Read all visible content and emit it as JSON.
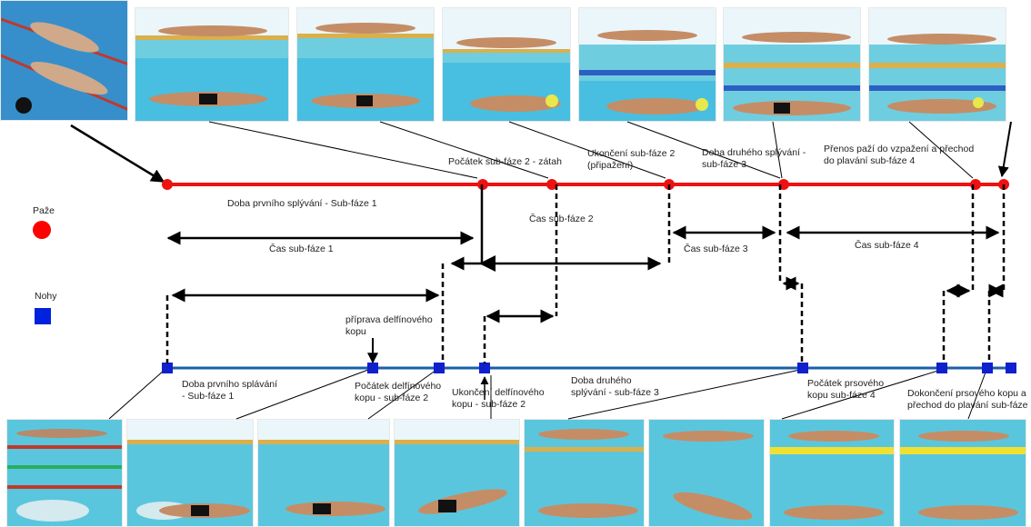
{
  "legend": {
    "arms_label": "Paže",
    "legs_label": "Nohy",
    "arms_color": "#ff0000",
    "legs_color": "#0022dd"
  },
  "arms_timeline": {
    "color": "#ee1111",
    "labels": {
      "first_glide": "Doba prvního splývání - Sub-fáze 1",
      "subphase2_start": "Počátek sub-fáze 2 - zátah",
      "subphase2_end": "Ukončení sub-fáze 2\n(připažení)",
      "second_glide": "Doba druhého splývání -\nsub-fáze 3",
      "arm_recovery": "Přenos paží do vzpažení a přechod\ndo plavání sub-fáze 4"
    }
  },
  "legs_timeline": {
    "color": "#1a5fa8",
    "labels": {
      "first_glide": "Doba prvního splávání\n- Sub-fáze 1",
      "dolphin_prep": "příprava delfínového\nkopu",
      "dolphin_start": "Počátek delfínového\nkopu - sub-fáze 2",
      "dolphin_end": "Ukončení delfínového\nkopu - sub-fáze 2",
      "second_glide": "Doba druhého\nsplývání - sub-fáze 3",
      "breaststroke_start": "Počátek prsového\nkopu sub-fáze 4",
      "breaststroke_end": "Dokončení prsového kopu a\npřechod do plavání sub-fáze"
    }
  },
  "time_labels": {
    "t1": "Čas sub-fáze 1",
    "t2": "Čas sub-fáze 2",
    "t3": "Čas sub-fáze 3",
    "t4": "Čas sub-fáze 4"
  },
  "photos": {
    "top": [
      "swimmers-entry",
      "glide-1",
      "glide-2",
      "pull-start",
      "pull-end",
      "second-glide",
      "arm-recovery"
    ],
    "bottom": [
      "dive-entry",
      "glide-legs",
      "dolphin-prep",
      "dolphin-kick",
      "kick-end",
      "breaststroke-kick",
      "kick-finish",
      "transition-swim"
    ]
  }
}
